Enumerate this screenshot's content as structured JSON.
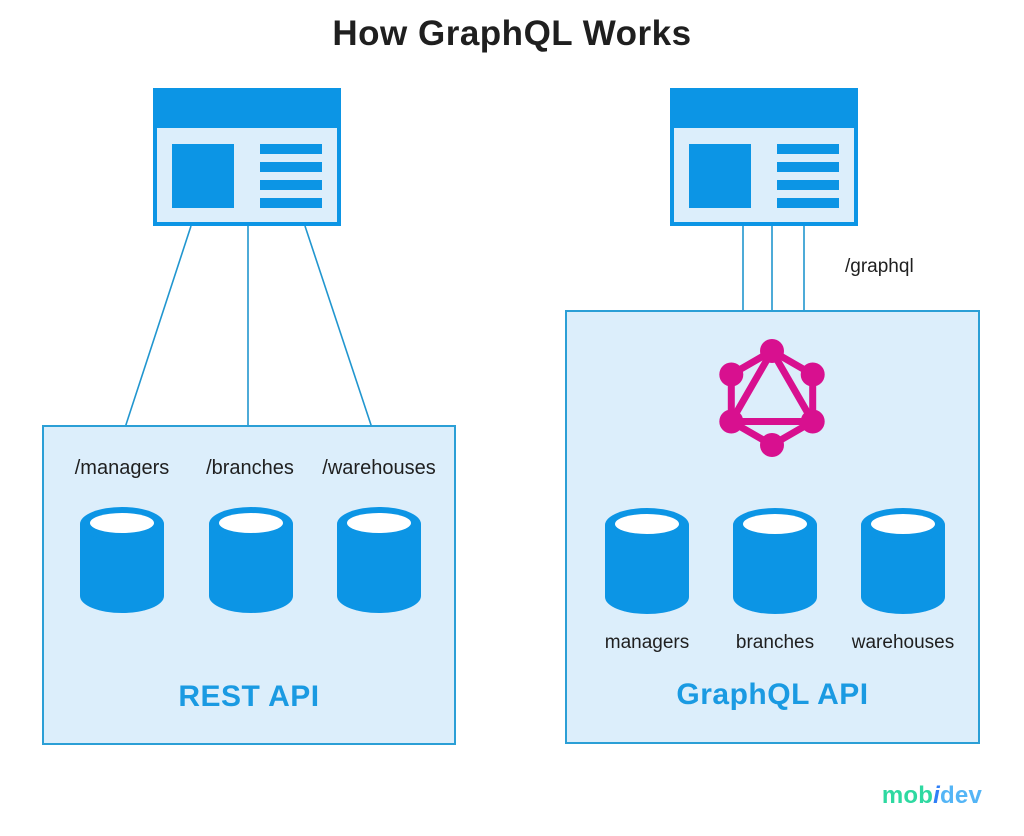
{
  "title": "How GraphQL Works",
  "colors": {
    "primary-blue": "#0c95e5",
    "light-blue": "#dceefb",
    "box-border": "#2b9fd6",
    "line-blue": "#2196cf",
    "graphql-pink": "#d8108f",
    "api-label-blue": "#1a9ae2",
    "text-dark": "#1f1f1f",
    "logo-green": "#2ed9a1",
    "logo-i-blue": "#2f7ff7",
    "logo-dev-blue": "#54b5f6"
  },
  "rest": {
    "endpoints": [
      "/managers",
      "/branches",
      "/warehouses"
    ],
    "api_label": "REST API"
  },
  "graphql": {
    "endpoint_label": "/graphql",
    "databases": [
      "managers",
      "branches",
      "warehouses"
    ],
    "api_label": "GraphQL API"
  },
  "icons": {
    "browser": "browser-window-icon",
    "database": "database-cylinder-icon",
    "graphql": "graphql-logo-icon"
  },
  "branding": {
    "mob": "mob",
    "i": "i",
    "dev": "dev"
  }
}
